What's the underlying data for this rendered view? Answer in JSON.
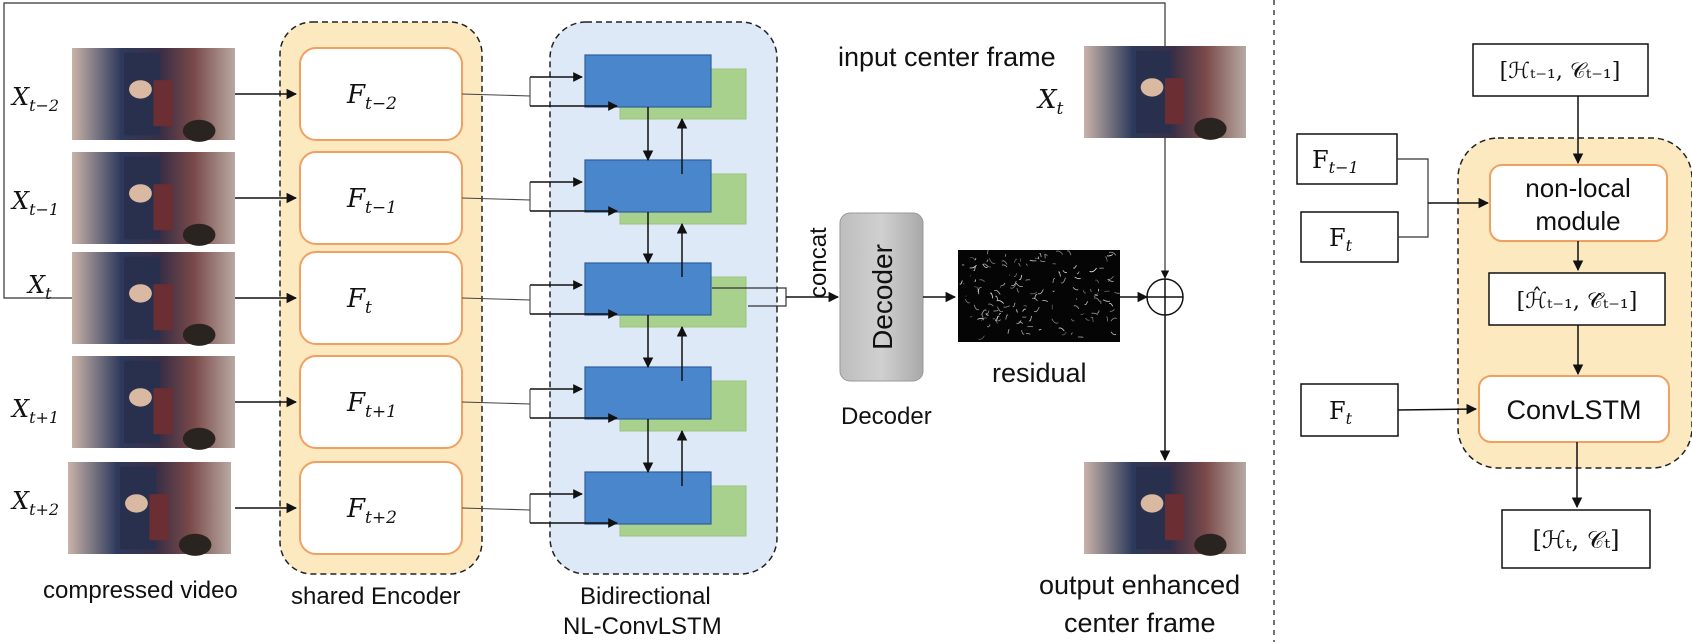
{
  "left": {
    "input_labels": [
      {
        "base": "X",
        "sub": "t−2"
      },
      {
        "base": "X",
        "sub": "t−1"
      },
      {
        "base": "X",
        "sub": "t"
      },
      {
        "base": "X",
        "sub": "t+1"
      },
      {
        "base": "X",
        "sub": "t+2"
      }
    ],
    "compressed_video_label": "compressed video",
    "encoder_label": "shared Encoder",
    "features": [
      {
        "base": "F",
        "sub": "t−2"
      },
      {
        "base": "F",
        "sub": "t−1"
      },
      {
        "base": "F",
        "sub": "t"
      },
      {
        "base": "F",
        "sub": "t+1"
      },
      {
        "base": "F",
        "sub": "t+2"
      }
    ],
    "lstm_label_line1": "Bidirectional",
    "lstm_label_line2": "NL-ConvLSTM",
    "concat_label": "concat",
    "decoder_box_label": "Decoder",
    "decoder_caption": "Decoder",
    "residual_label": "residual",
    "input_center_label": "input center frame",
    "input_center_symbol": {
      "base": "X",
      "sub": "t"
    },
    "output_label_line1": "output enhanced",
    "output_label_line2": "center frame"
  },
  "right": {
    "top_state": "[ℋₜ₋₁, 𝒞ₜ₋₁]",
    "f_prev": {
      "base": "F",
      "sub": "t−1"
    },
    "f_t": {
      "base": "F",
      "sub": "t"
    },
    "f_t2": {
      "base": "F",
      "sub": "t"
    },
    "nonlocal_line1": "non-local",
    "nonlocal_line2": "module",
    "mid_state": "[ℋ̂ₜ₋₁, 𝒞̂ₜ₋₁]",
    "convlstm_label": "ConvLSTM",
    "bottom_state": "[ℋₜ, 𝒞ₜ]"
  },
  "colors": {
    "encoder_bg": "#fde9c0",
    "feature_border": "#f0a060",
    "lstm_bg": "#dde9f6",
    "lstm_cell": "#4a86cc",
    "lstm_cell_back": "#a9d18e",
    "decoder_bg": "#b8b8b8"
  }
}
